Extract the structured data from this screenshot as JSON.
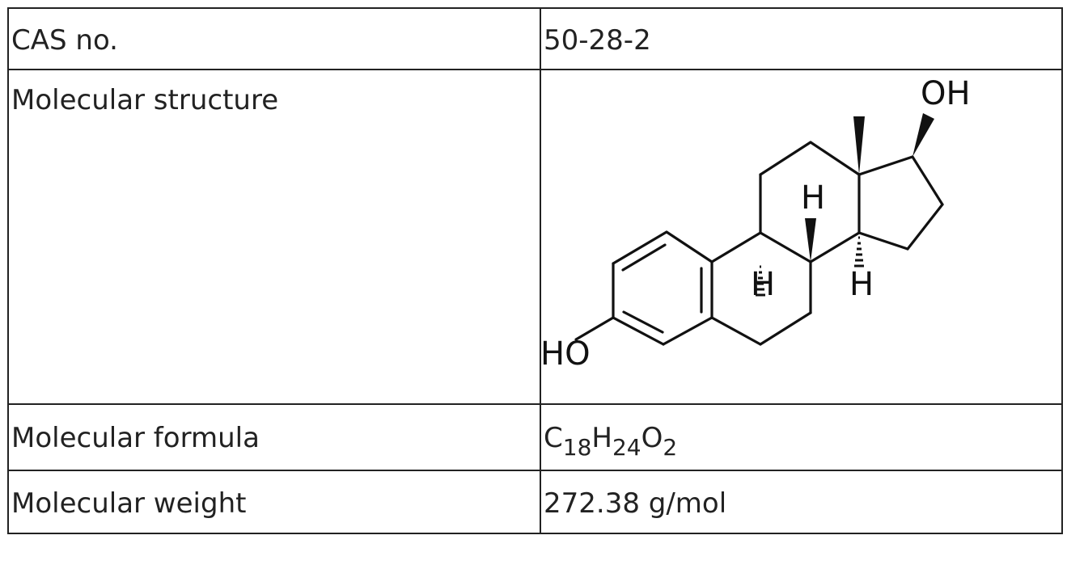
{
  "rows": {
    "cas": {
      "label": "CAS no.",
      "value": "50-28-2"
    },
    "structure": {
      "label": "Molecular structure",
      "atom_labels": {
        "oh_top": "OH",
        "ho_left": "HO",
        "h_c8": "H",
        "h_c9": "H",
        "h_c14": "H"
      }
    },
    "formula": {
      "label": "Molecular formula",
      "parts": [
        {
          "el": "C",
          "n": "18"
        },
        {
          "el": "H",
          "n": "24"
        },
        {
          "el": "O",
          "n": "2"
        }
      ]
    },
    "weight": {
      "label": "Molecular weight",
      "value": "272.38 g/mol"
    }
  }
}
